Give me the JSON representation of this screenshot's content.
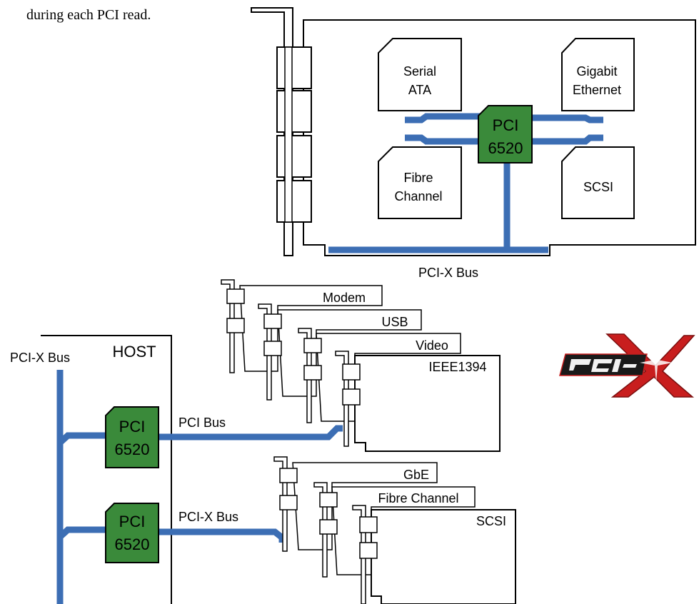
{
  "intro_text": "during each PCI read.",
  "top_card": {
    "bus_label": "PCI-X Bus",
    "bridge": {
      "line1": "PCI",
      "line2": "6520"
    },
    "devices": [
      {
        "line1": "Serial",
        "line2": "ATA"
      },
      {
        "line1": "Gigabit",
        "line2": "Ethernet"
      },
      {
        "line1": "Fibre",
        "line2": "Channel"
      },
      {
        "line1": "SCSI",
        "line2": ""
      }
    ]
  },
  "host": {
    "title": "HOST",
    "bus_label": "PCI-X Bus",
    "bridges": [
      {
        "line1": "PCI",
        "line2": "6520",
        "downstream_label": "PCI Bus"
      },
      {
        "line1": "PCI",
        "line2": "6520",
        "downstream_label": "PCI-X Bus"
      }
    ]
  },
  "pci_cards": [
    "Modem",
    "USB",
    "Video",
    "IEEE1394"
  ],
  "pcix_cards": [
    "GbE",
    "Fibre Channel",
    "SCSI"
  ],
  "logo": {
    "text": "PCI-X",
    "colors": {
      "red": "#c81e1e",
      "dark": "#1a1a1a"
    }
  },
  "colors": {
    "bus": "#3c6eb4",
    "chip": "#3a8a3a"
  }
}
